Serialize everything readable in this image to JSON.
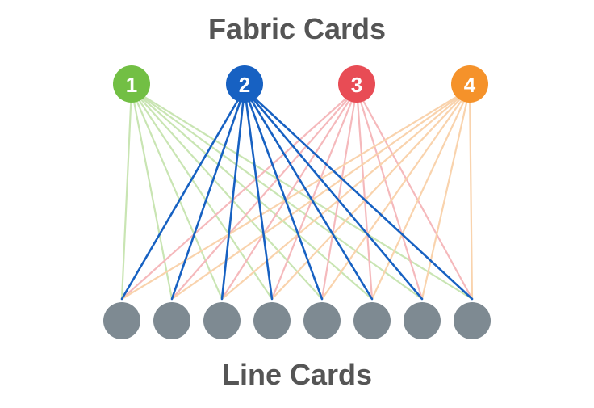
{
  "title": "Fabric Cards",
  "footer": "Line Cards",
  "fabric_cards": [
    {
      "label": "1",
      "color": "#72bf44"
    },
    {
      "label": "2",
      "color": "#1761c2"
    },
    {
      "label": "3",
      "color": "#e84c55"
    },
    {
      "label": "4",
      "color": "#f5922a"
    }
  ],
  "line_card_count": 8,
  "line_card_color": "#7e8a92",
  "link_colors": {
    "1": "#c9e5b3",
    "2": "#1761c2",
    "3": "#f5b9bc",
    "4": "#f9d3ad"
  }
}
